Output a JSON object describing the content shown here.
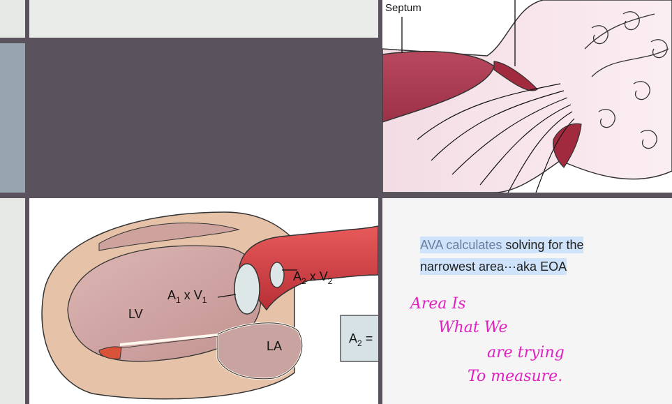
{
  "colors": {
    "divider": "#5a535d",
    "side_panel_top": "#e6e8e6",
    "side_panel_mid": "#97a5b1",
    "highlight": "#cfe3fa",
    "ink": "#e020c0"
  },
  "top_diagram": {
    "septum_label": "Septum"
  },
  "heart_diagram": {
    "label_lv": "LV",
    "label_la": "LA",
    "label_a1": "A",
    "sub_1": "1",
    "label_times": " x V",
    "label_a2": "A",
    "sub_2": "2",
    "equation_partial": "A",
    "equation_sub": "2",
    "equation_eq": " ="
  },
  "note": {
    "highlight_part_1": "AVA calculates",
    "highlight_part_2": " solving for the",
    "line_2": "narrowest area···aka EOA",
    "handwriting": [
      "Area  Is",
      "What  We",
      "are  trying",
      "To  measure."
    ]
  }
}
